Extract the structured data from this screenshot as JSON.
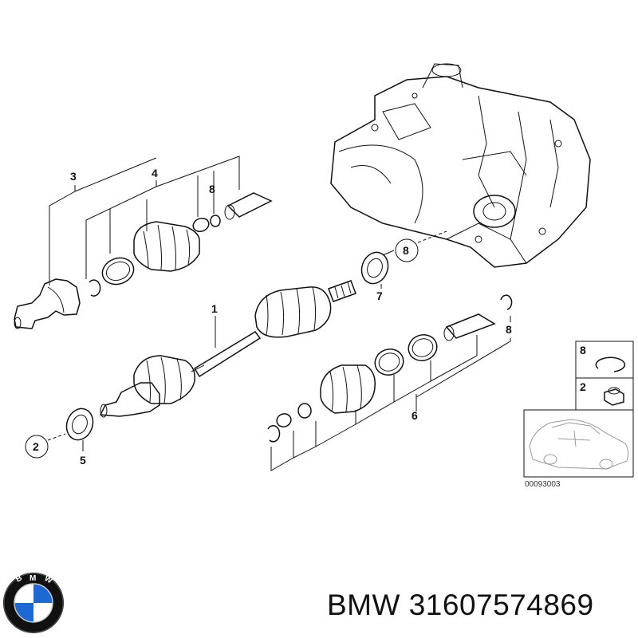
{
  "callouts": {
    "c1": "1",
    "c2a": "2",
    "c3": "3",
    "c4": "4",
    "c5": "5",
    "c6": "6",
    "c7": "7",
    "c8a": "8",
    "c8b": "8",
    "c8c": "8"
  },
  "legend": {
    "item_top_number": "8",
    "item_bottom_number": "2"
  },
  "reference_code": "00093003",
  "brand": {
    "name": "BMW",
    "part_number": "31607574869",
    "logo_letters": "BMW"
  },
  "colors": {
    "logo_blue": "#1c69d4",
    "logo_ring": "#111111",
    "ink": "#111111"
  }
}
